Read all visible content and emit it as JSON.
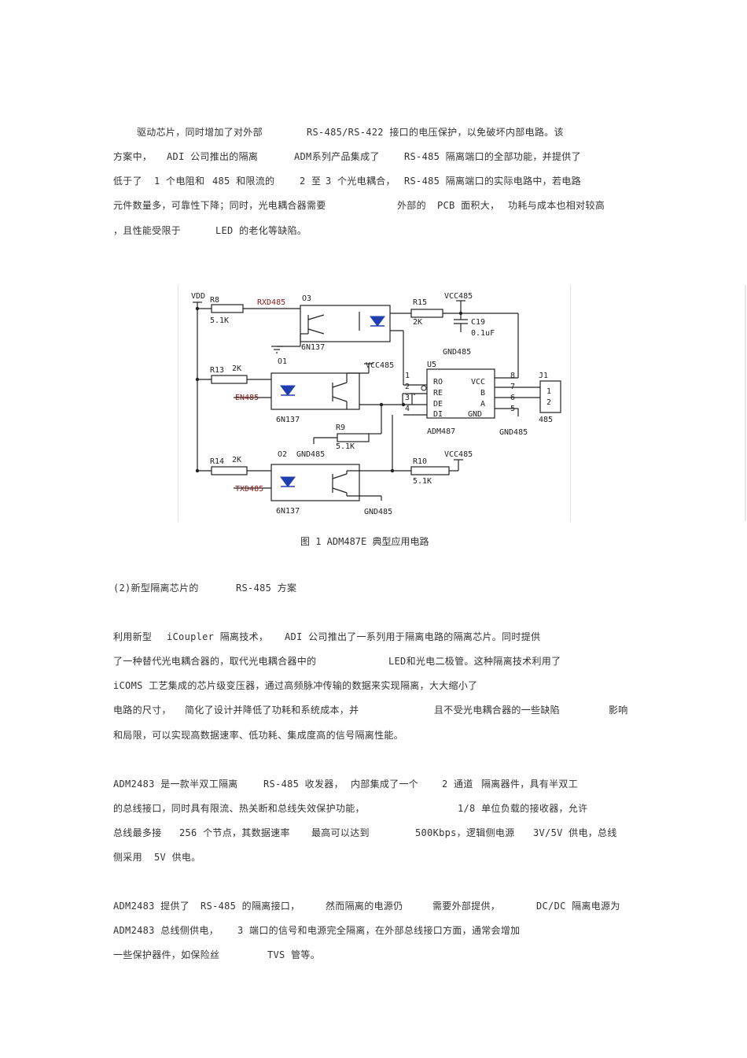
{
  "paragraph_1": {
    "lines": [
      [
        "驱动芯片，同时增加了对外部",
        "RS-485/RS-422 接口的电压保护，以免破坏内部电路。该"
      ],
      [
        "方案中，",
        "ADI 公司推出的隔离",
        "ADM系列产品集成了",
        "RS-485 隔离端口的全部功能，并提供了"
      ],
      [
        "低于了",
        "1 个电阻",
        "和",
        "485 和限流的",
        "2 至",
        "3 个光电耦合，",
        "RS-485 隔离端口的实际电路中，若电路"
      ],
      [
        "元件数量多，可靠性下降；同时，光电耦合器需要",
        "外部的",
        "PCB 面积大，",
        "功耗与成本也相对较高"
      ],
      [
        "，且性能受限于",
        "LED 的老化等缺陷。"
      ]
    ]
  },
  "figure": {
    "caption": "图  1 ADM487E 典型应用电路",
    "labels": {
      "vdd": "VDD",
      "r8": "R8",
      "r8v": "5.1K",
      "rxd": "RXD485",
      "o3": "O3",
      "o3p": "6N137",
      "o1": "O1",
      "r15": "R15",
      "r15v": "2K",
      "vcc1": "VCC485",
      "c19": "C19",
      "c19v": "0.1uF",
      "gnd1": "GND485",
      "r13": "R13",
      "r13v": "2K",
      "vcc2": "VCC485",
      "en": "EN485",
      "u1p": "6N137",
      "u5": "U5",
      "ro": "RO",
      "re": "RE",
      "de": "DE",
      "di": "DI",
      "vcc": "VCC",
      "b": "B",
      "a": "A",
      "gnd": "GND",
      "adm": "ADM487",
      "p1": "1",
      "p2": "2",
      "p3": "3",
      "p4": "4",
      "p5": "5",
      "p6": "6",
      "p7": "7",
      "p8": "8",
      "j1": "J1",
      "j1p1": "1",
      "j1p2": "2",
      "j1n": "485",
      "gnd2": "GND485",
      "r9": "R9",
      "r9v": "5.1K",
      "gnd3": "GND485",
      "r14": "R14",
      "r14v": "2K",
      "o2": "O2",
      "txd": "TXD485",
      "o2p": "6N137",
      "gnd4": "GND485",
      "r10": "R10",
      "r10v": "5.1K",
      "vcc3": "VCC485"
    }
  },
  "section_heading": [
    "(2)新型隔离芯片的",
    "RS-485 方案"
  ],
  "paragraph_2": {
    "lines": [
      [
        "利用新型",
        "iCoupler 隔离技术，",
        "ADI 公司推出了一系列用于隔离电路的隔离芯片。同时提供"
      ],
      [
        "了一种替代光电耦合器的，取代光电耦合器中的",
        "LED和光电二极管。这种隔离技术利用了"
      ],
      [
        "iCOMS 工艺集成的芯片级变压器，通过高频脉冲传输的数据来实现隔离，大大缩小了"
      ],
      [
        "电路的尺寸，",
        "简化了设计并降低了功耗和系统成本，并",
        "且不受光电耦合器的一些缺陷",
        "影响"
      ],
      [
        "和局限，可以实现高数据速率、低功耗、集成度高的信号隔离性能。"
      ]
    ]
  },
  "paragraph_3": {
    "lines": [
      [
        "ADM2483 是一款半双工隔离",
        "RS-485 收发器，",
        "内部集成了一个",
        "2 通道",
        "隔离器件，具有半双工"
      ],
      [
        "的总线接口，同时具有限流、热关断和总线失效保护功能，",
        "1/8 单位负载的接收器，允许"
      ],
      [
        "总线最多接",
        "256 个节点，其数据速率",
        "最高可以达到",
        "500Kbps，逻辑侧电源",
        "3V/5V 供电，总线"
      ],
      [
        "侧采用",
        "5V 供电。"
      ]
    ]
  },
  "paragraph_4": {
    "lines": [
      [
        "ADM2483 提供了",
        "RS-485 的隔离接口，",
        "然而隔离的电源仍",
        "需要外部提供，",
        "DC/DC 隔离电源为"
      ],
      [
        "ADM2483 总线侧供电，",
        "3 端口的信号和电源完全隔离，在外部总线接口方面，通常会增加"
      ],
      [
        "一些保护器件，如保险丝",
        "TVS 管等。"
      ]
    ]
  }
}
